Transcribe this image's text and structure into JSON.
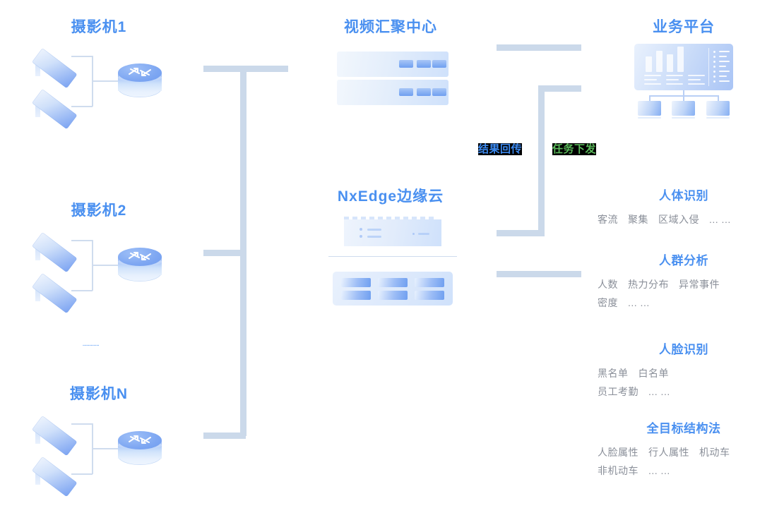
{
  "columns": {
    "cameras": [
      {
        "title": "摄影机1"
      },
      {
        "title": "摄影机2"
      },
      {
        "title": "摄影机N"
      }
    ],
    "video_center": {
      "title": "视频汇聚中心"
    },
    "edge_cloud": {
      "title": "NxEdge边缘云"
    },
    "platform": {
      "title": "业务平台"
    }
  },
  "flows": [
    {
      "label": "结果回传",
      "color": "#3d8bf2",
      "direction": "result-upload"
    },
    {
      "label": "任务下发",
      "color": "#5ab85a",
      "direction": "task-dispatch"
    }
  ],
  "capabilities": [
    {
      "title": "人体识别",
      "tags": [
        "客流",
        "聚集",
        "区域入侵",
        "... ..."
      ]
    },
    {
      "title": "人群分析",
      "tags": [
        "人数",
        "热力分布",
        "异常事件",
        "密度",
        "... ..."
      ]
    },
    {
      "title": "人脸识别",
      "tags": [
        "黑名单",
        "白名单",
        "员工考勤",
        "... ..."
      ]
    },
    {
      "title": "全目标结构法",
      "tags": [
        "人脸属性",
        "行人属性",
        "机动车",
        "非机动车",
        "... ..."
      ]
    }
  ],
  "misc": {
    "camera_continuation_mark": "............",
    "title_color": "#4a90f0",
    "tag_color": "#8a8f99",
    "bus_color": "#cbd9ea",
    "line_color": "#cfdcee"
  }
}
